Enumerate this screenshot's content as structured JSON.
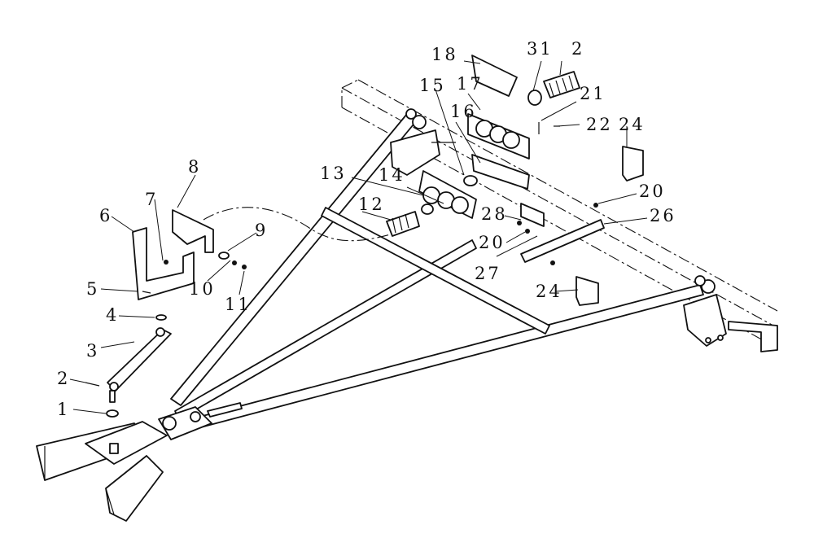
{
  "callouts": [
    {
      "id": "c1",
      "text": "1"
    },
    {
      "id": "c2",
      "text": "2"
    },
    {
      "id": "c3",
      "text": "3"
    },
    {
      "id": "c4",
      "text": "4"
    },
    {
      "id": "c5",
      "text": "5"
    },
    {
      "id": "c6",
      "text": "6"
    },
    {
      "id": "c7",
      "text": "7"
    },
    {
      "id": "c8",
      "text": "8"
    },
    {
      "id": "c9",
      "text": "9"
    },
    {
      "id": "c10",
      "text": "10"
    },
    {
      "id": "c11",
      "text": "11"
    },
    {
      "id": "c12",
      "text": "12"
    },
    {
      "id": "c13",
      "text": "13"
    },
    {
      "id": "c14",
      "text": "14"
    },
    {
      "id": "c15",
      "text": "15"
    },
    {
      "id": "c16",
      "text": "16"
    },
    {
      "id": "c17",
      "text": "17"
    },
    {
      "id": "c18",
      "text": "18"
    },
    {
      "id": "c20a",
      "text": "20"
    },
    {
      "id": "c20b",
      "text": "20"
    },
    {
      "id": "c21",
      "text": "21"
    },
    {
      "id": "c22",
      "text": "22"
    },
    {
      "id": "c24a",
      "text": "24"
    },
    {
      "id": "c24b",
      "text": "24"
    },
    {
      "id": "c26",
      "text": "26"
    },
    {
      "id": "c27",
      "text": "27"
    },
    {
      "id": "c28",
      "text": "28"
    },
    {
      "id": "c31",
      "text": "31"
    },
    {
      "id": "c2b",
      "text": "2"
    }
  ]
}
